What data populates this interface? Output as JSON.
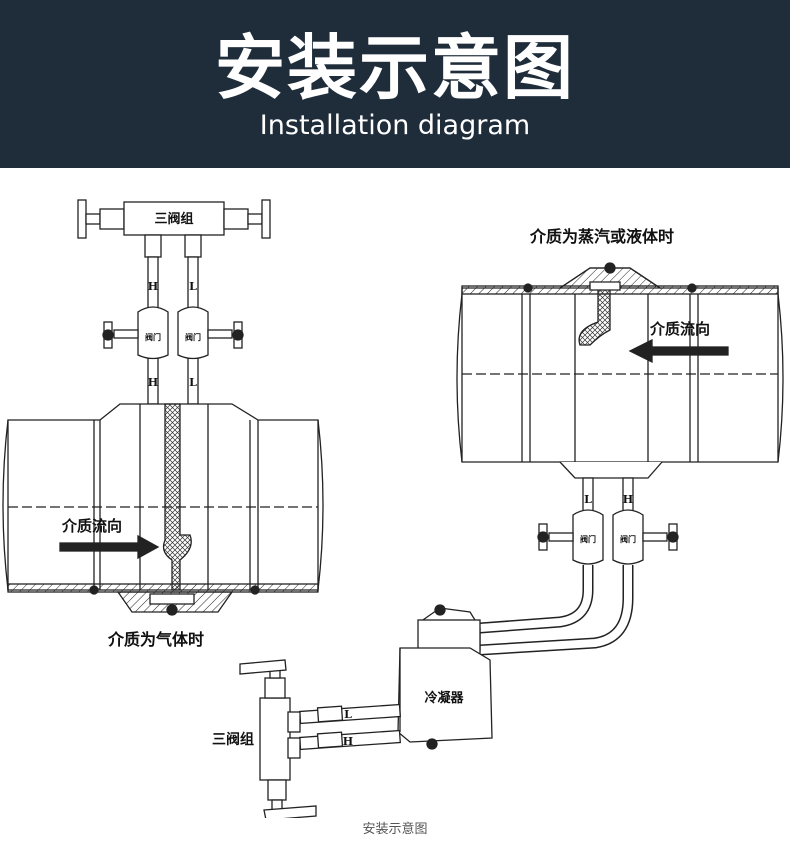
{
  "header": {
    "title_cn": "安装示意图",
    "title_en": "Installation diagram"
  },
  "left_diagram": {
    "manifold_label": "三阀组",
    "valve_label": "阀门",
    "high_label": "H",
    "low_label": "L",
    "flow_label": "介质流向",
    "condition_label": "介质为气体时"
  },
  "right_diagram": {
    "condition_label": "介质为蒸汽或液体时",
    "flow_label": "介质流向",
    "valve_label": "阀门",
    "high_label": "H",
    "low_label": "L",
    "condenser_label": "冷凝器",
    "manifold_label": "三阀组"
  },
  "caption": "安装示意图",
  "colors": {
    "header_bg": "#1f2d3b",
    "header_text": "#ffffff",
    "line": "#222222"
  }
}
